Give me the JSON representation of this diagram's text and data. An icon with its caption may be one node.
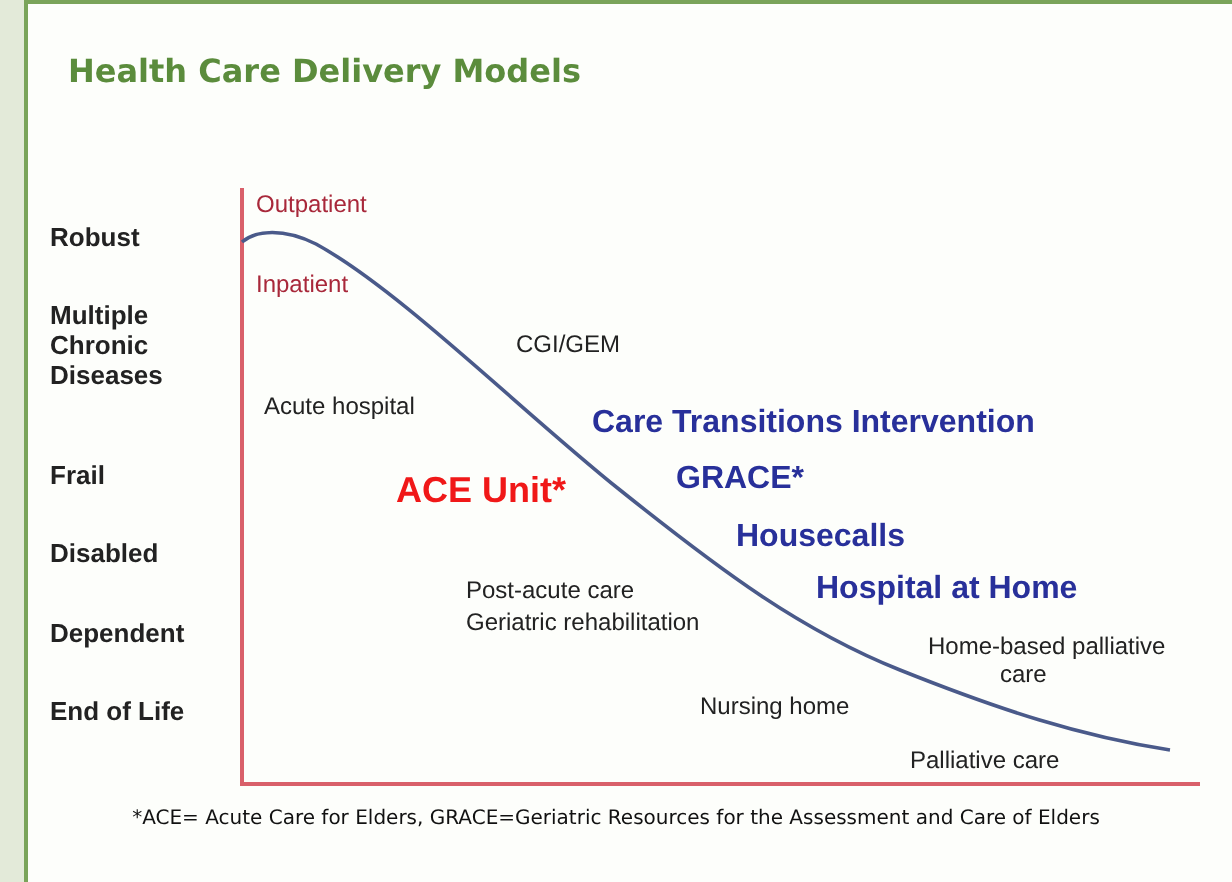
{
  "diagram": {
    "title": "Health Care Delivery Models",
    "caption": "*ACE= Acute Care for Elders, GRACE=Geriatric Resources for the Assessment and Care of Elders",
    "labels": [
      "Outpatient",
      "Robust",
      "Inpatient",
      "Multiple Chronic Diseases",
      "CGI/GEM",
      "Acute hospital",
      "Care Transitions Intervention",
      "Frail",
      "ACE Unit*",
      "GRACE*",
      "Disabled",
      "Housecalls",
      "Post-acute care",
      "Hospital at Home",
      "Dependent",
      "Geriatric rehabilitation",
      "Home-based palliative care",
      "End of Life",
      "Nursing home",
      "Palliative care"
    ]
  }
}
